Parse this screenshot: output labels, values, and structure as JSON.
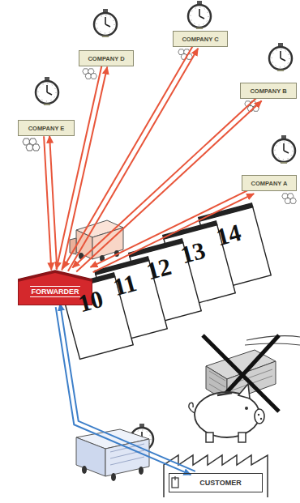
{
  "diagram": {
    "nodes": [
      {
        "text": [
          "COMPANY D"
        ]
      },
      {
        "text": [
          "COMPANY C"
        ]
      },
      {
        "text": [
          "COMPANY B"
        ]
      },
      {
        "text": [
          "COMPANY E"
        ]
      },
      {
        "text": [
          "COMPANY A"
        ]
      },
      {
        "text": [
          "FORWARDER"
        ]
      },
      {
        "text": [
          "CUSTOMER"
        ]
      }
    ],
    "edges": [
      {
        "from": 0,
        "to": 5,
        "arrow": "to"
      },
      {
        "from": 5,
        "to": 0,
        "arrow": "to"
      },
      {
        "from": 1,
        "to": 5,
        "arrow": "to"
      },
      {
        "from": 5,
        "to": 1,
        "arrow": "to"
      },
      {
        "from": 2,
        "to": 5,
        "arrow": "to"
      },
      {
        "from": 5,
        "to": 2,
        "arrow": "to"
      },
      {
        "from": 3,
        "to": 5,
        "arrow": "to"
      },
      {
        "from": 5,
        "to": 3,
        "arrow": "to"
      },
      {
        "from": 4,
        "to": 5,
        "arrow": "to"
      },
      {
        "from": 5,
        "to": 4,
        "arrow": "to"
      },
      {
        "from": 5,
        "to": 6,
        "arrow": "to"
      },
      {
        "from": 6,
        "to": 5,
        "arrow": "to"
      }
    ],
    "labels": [
      "10",
      "11",
      "12",
      "13",
      "14"
    ]
  }
}
